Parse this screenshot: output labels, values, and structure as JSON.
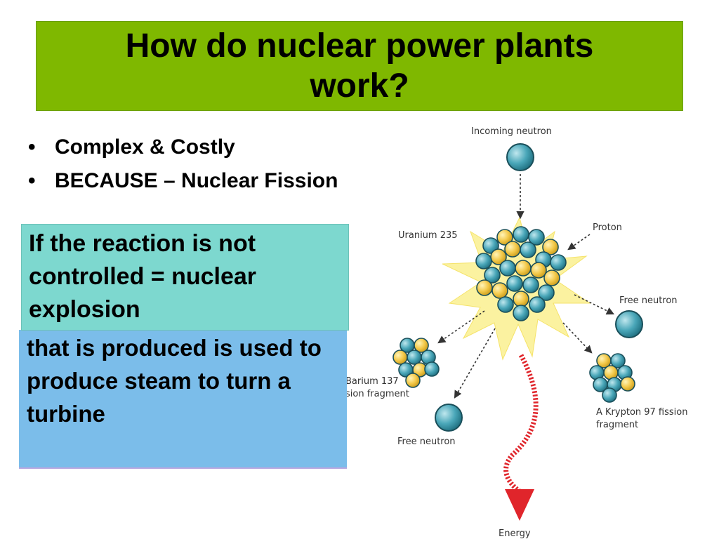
{
  "slide": {
    "title": "How do nuclear power plants work?",
    "bullets": [
      "Complex & Costly",
      "BECAUSE – Nuclear Fission"
    ],
    "callout_front": "If the reaction is not controlled = nuclear explosion",
    "callout_back": "that is produced is used to produce steam to turn a turbine"
  },
  "diagram": {
    "labels": {
      "incoming_neutron": "Incoming neutron",
      "uranium": "Uranium 235",
      "proton": "Proton",
      "free_neutron_right": "Free neutron",
      "barium_line1": "Barium 137",
      "barium_line2": "sion fragment",
      "krypton_line1": "A Krypton 97 fission",
      "krypton_line2": "fragment",
      "free_neutron_bottom": "Free neutron",
      "energy": "Energy"
    }
  },
  "colors": {
    "title_bg": "#7fb800",
    "teal_box": "#7dd8cf",
    "blue_box": "#7bbdea",
    "neutron": "#4aa7b9",
    "proton": "#f3c94a",
    "energy_arrow": "#e0252b",
    "burst": "#fbf2a0"
  }
}
